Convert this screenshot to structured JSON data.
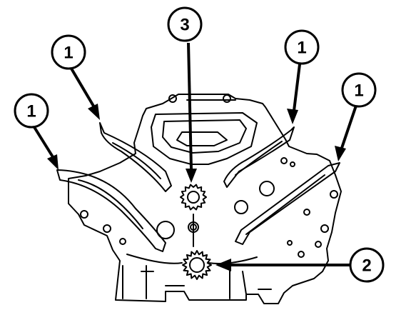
{
  "diagram": {
    "callouts": [
      {
        "id": "c1",
        "label": "1"
      },
      {
        "id": "c2",
        "label": "1"
      },
      {
        "id": "c3",
        "label": "3"
      },
      {
        "id": "c4",
        "label": "1"
      },
      {
        "id": "c5",
        "label": "1"
      },
      {
        "id": "c6",
        "label": "2"
      }
    ],
    "colors": {
      "ink": "#000000",
      "paper": "#ffffff"
    }
  }
}
